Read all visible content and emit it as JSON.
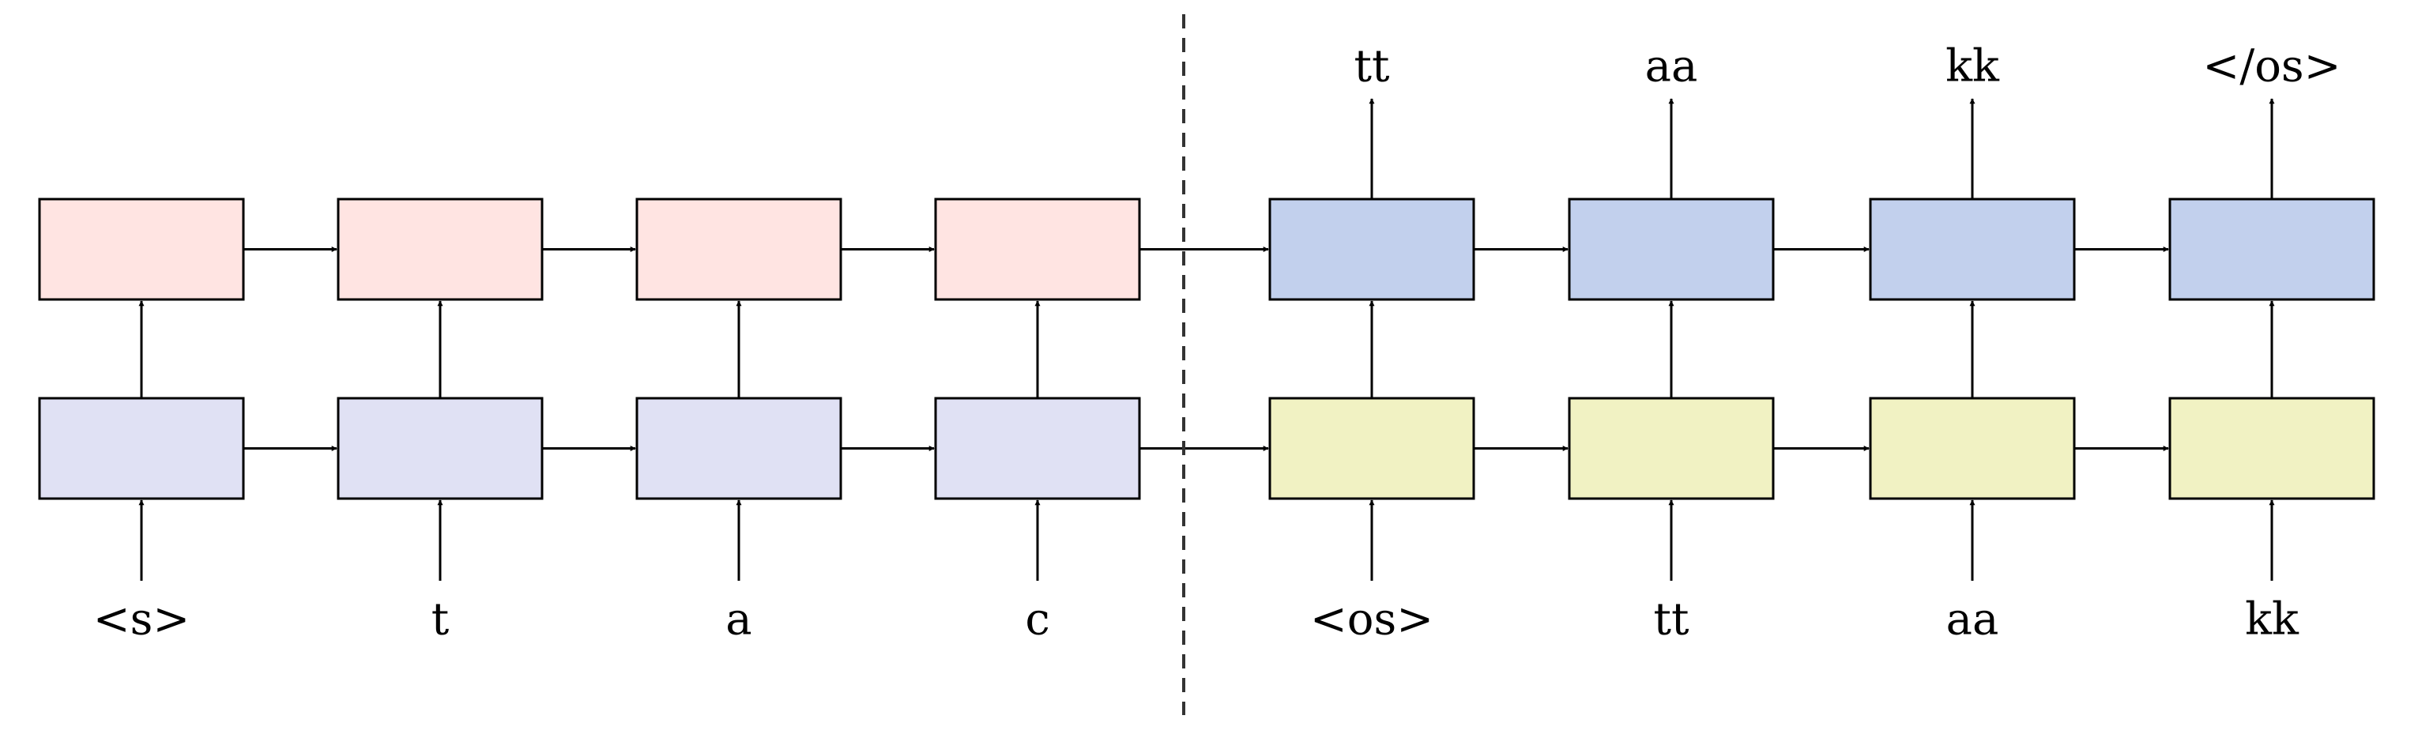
{
  "colors": {
    "encoder_lower": "#e0e1f4",
    "encoder_upper": "#ffe4e2",
    "decoder_lower": "#f1f2c3",
    "decoder_upper": "#c2d0ed",
    "stroke": "#000000"
  },
  "encoder": {
    "inputs": [
      "<s>",
      "t",
      "a",
      "c"
    ]
  },
  "decoder": {
    "inputs": [
      "<os>",
      "tt",
      "aa",
      "kk"
    ],
    "outputs": [
      "tt",
      "aa",
      "kk",
      "</os>"
    ]
  }
}
